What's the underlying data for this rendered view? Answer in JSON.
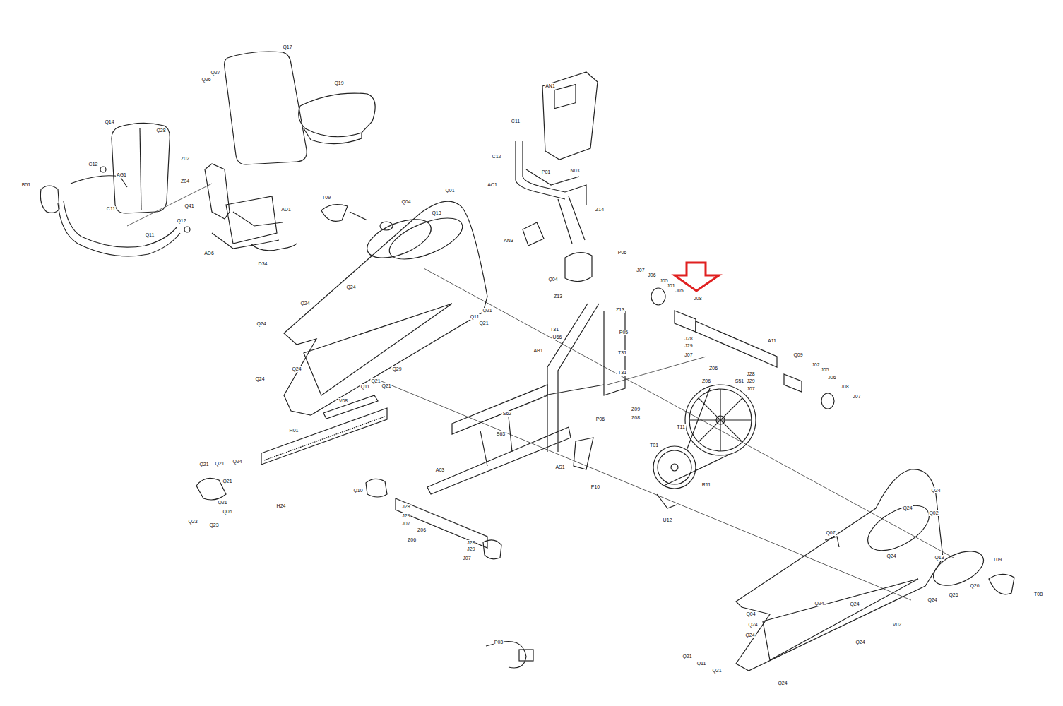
{
  "diagram": {
    "labels": [
      "Q17",
      "Q27",
      "Q26",
      "Q19",
      "Q14",
      "Q28",
      "C12",
      "B51",
      "AG1",
      "C11",
      "Q11",
      "Z02",
      "Z04",
      "Q12",
      "Q41",
      "AD1",
      "AD6",
      "D34",
      "T09",
      "Q04",
      "Q13",
      "Q01",
      "Q24",
      "Q24",
      "Q24",
      "Q24",
      "Q24",
      "Q21",
      "Q11",
      "Q21",
      "Q29",
      "Q21",
      "Q11",
      "Q21",
      "AN1",
      "C11",
      "C12",
      "P01",
      "N03",
      "AC1",
      "Z14",
      "AN3",
      "P06",
      "Q04",
      "Z13",
      "Z13",
      "T31",
      "U66",
      "P05",
      "T31",
      "T31",
      "AB1",
      "Z09",
      "Z08",
      "P06",
      "S62",
      "S63",
      "AS1",
      "P10",
      "V08",
      "H01",
      "Q24",
      "H24",
      "Q21",
      "Q21",
      "Q21",
      "Q21",
      "Q06",
      "Q23",
      "Q23",
      "Q10",
      "A03",
      "J28",
      "J29",
      "J07",
      "Z06",
      "Z06",
      "J28",
      "J29",
      "J07",
      "J07",
      "J06",
      "J05",
      "J01",
      "J05",
      "J08",
      "A11",
      "J28",
      "J29",
      "J07",
      "Z06",
      "Z06",
      "J28",
      "J29",
      "J07",
      "Q09",
      "J02",
      "J05",
      "J06",
      "J08",
      "J07",
      "S51",
      "T11",
      "T01",
      "R11",
      "U12",
      "Q24",
      "Q24",
      "Q02",
      "Q07",
      "Q13",
      "Q24",
      "T09",
      "T08",
      "Q24",
      "Q26",
      "Q26",
      "V02",
      "Q24",
      "Q24",
      "Q04",
      "Q24",
      "Q24",
      "Q24",
      "Q21",
      "Q11",
      "Q21",
      "Q24",
      "P03"
    ]
  }
}
